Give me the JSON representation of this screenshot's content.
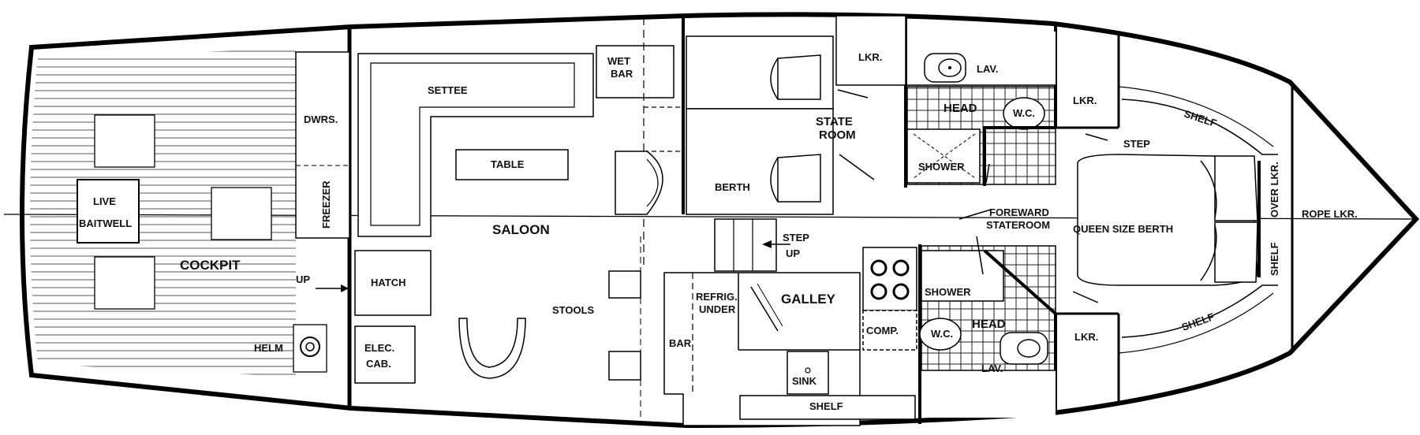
{
  "labels": {
    "settee": "SETTEE",
    "wet_bar_1": "WET",
    "wet_bar_2": "BAR",
    "lkr_top": "LKR.",
    "lav_top": "LAV.",
    "lkr_fwd_top": "LKR.",
    "shelf_top": "SHELF",
    "dwrs": "DWRS.",
    "table": "TABLE",
    "state_room_1": "STATE",
    "state_room_2": "ROOM",
    "head_top": "HEAD",
    "wc_top": "W.C.",
    "step": "STEP",
    "shower_top": "SHOWER",
    "berth": "BERTH",
    "freezer": "FREEZER",
    "live_1": "LIVE",
    "live_2": "BAITWELL",
    "over_lkr": "OVER LKR.",
    "rope_lkr": "ROPE LKR.",
    "foreward_1": "FOREWARD",
    "foreward_2": "STATEROOM",
    "queen_berth": "QUEEN SIZE BERTH",
    "saloon": "SALOON",
    "step_up_1": "STEP",
    "step_up_2": "UP",
    "cockpit": "COCKPIT",
    "up": "UP",
    "hatch": "HATCH",
    "stools": "STOOLS",
    "refrig_1": "REFRIG.",
    "refrig_2": "UNDER",
    "galley": "GALLEY",
    "shower_bottom": "SHOWER",
    "shelf_right": "SHELF",
    "head_bottom": "HEAD",
    "wc_bottom": "W.C.",
    "comp": "COMP.",
    "lkr_bottom": "LKR.",
    "shelf_bottom_right": "SHELF",
    "helm": "HELM",
    "elec_1": "ELEC.",
    "elec_2": "CAB.",
    "bar": "BAR",
    "lav_bottom": "LAV.",
    "sink": "SINK",
    "shelf_bottom": "SHELF"
  }
}
